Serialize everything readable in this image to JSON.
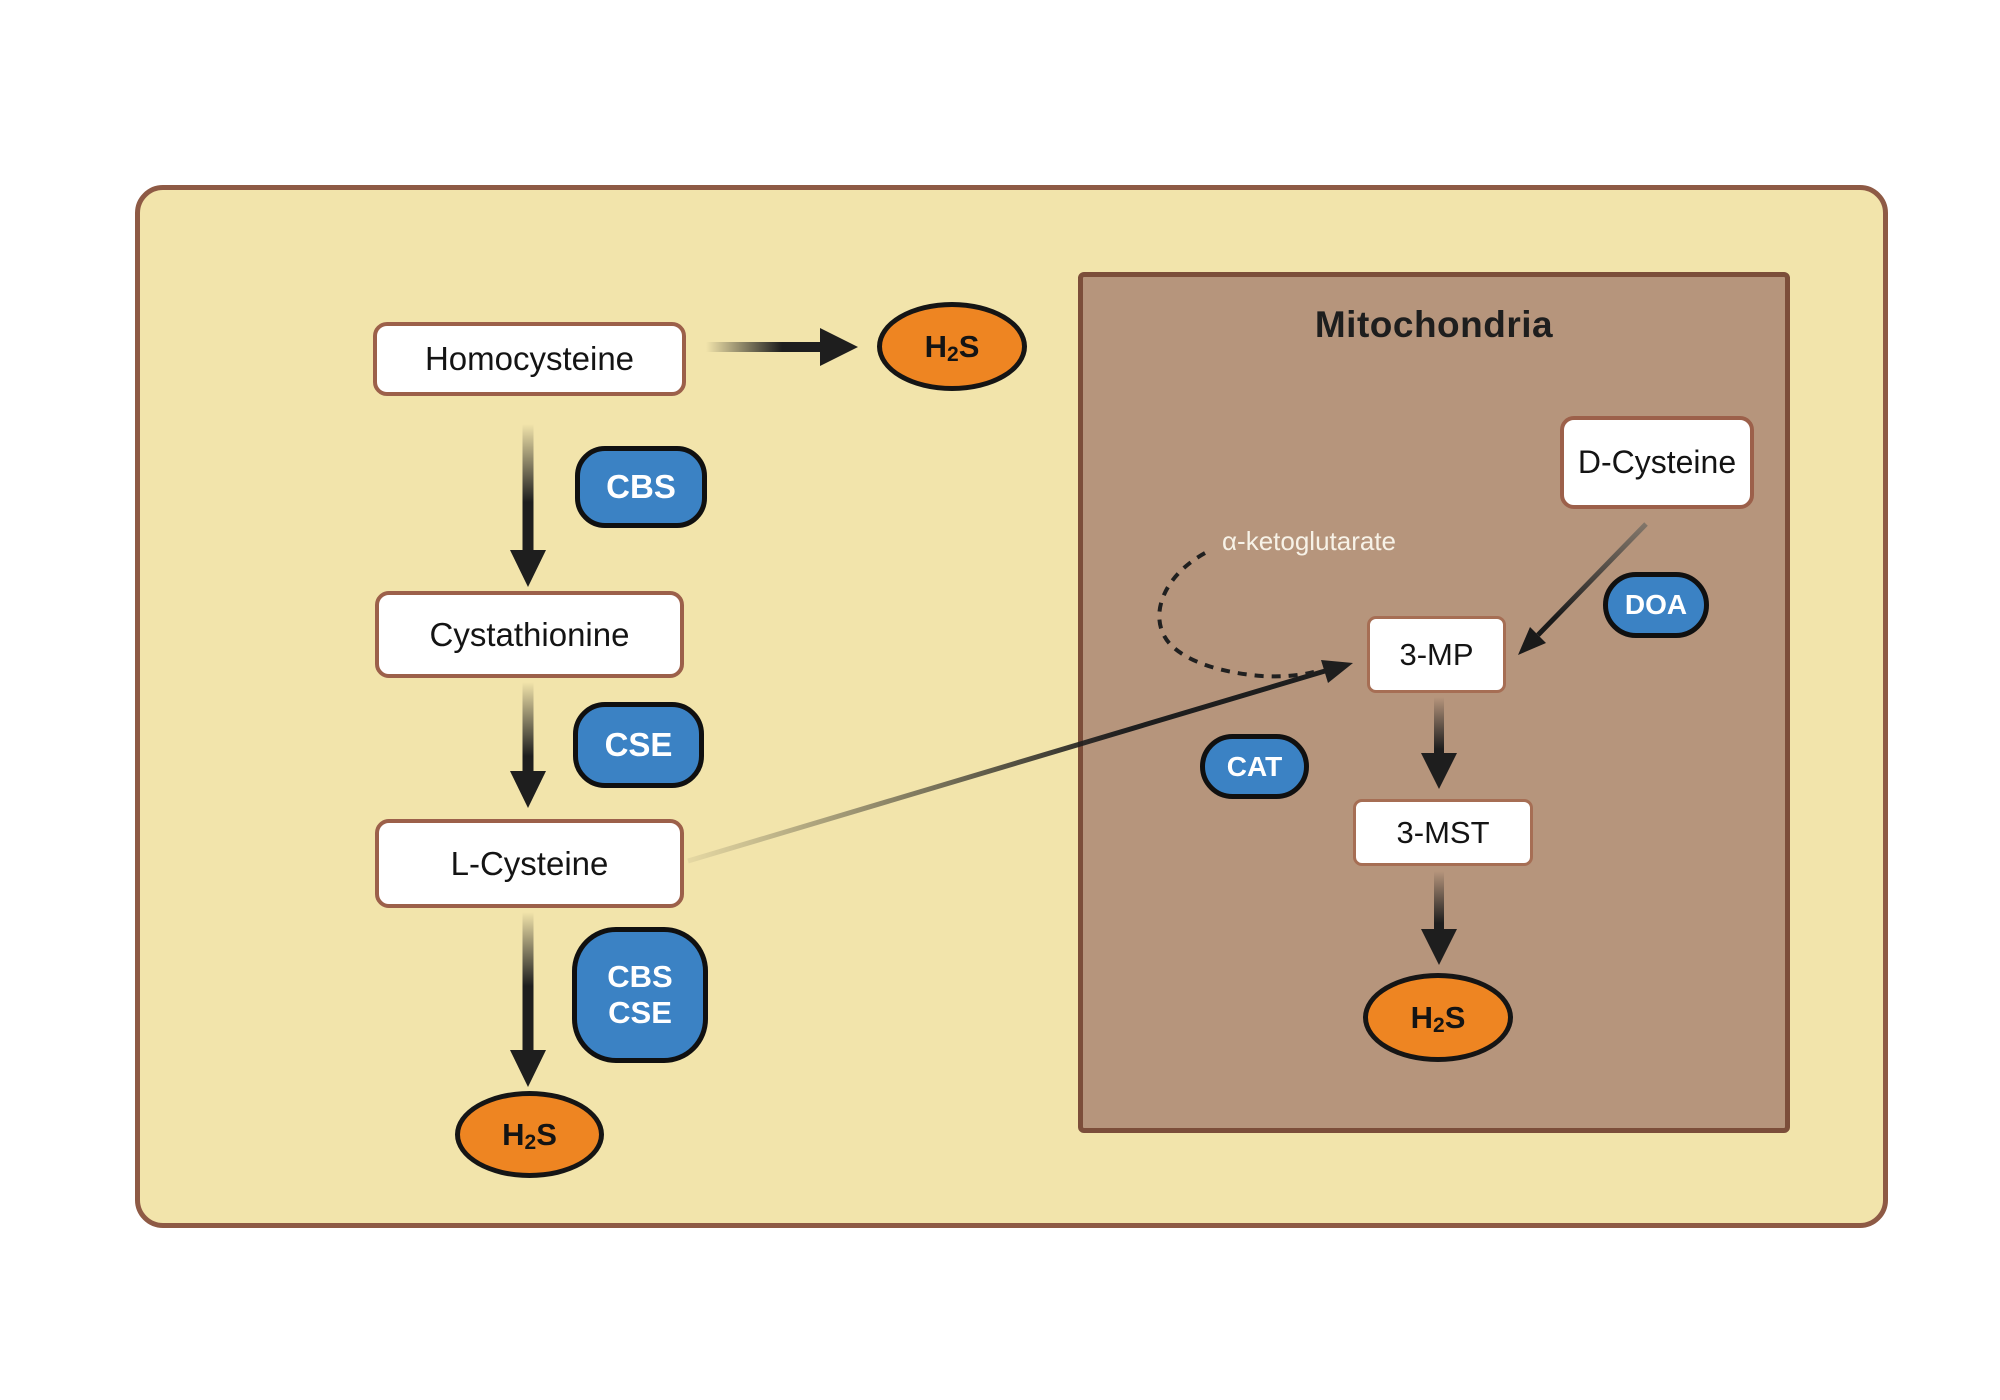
{
  "mitochondria": {
    "title": "Mitochondria"
  },
  "nodes": {
    "homocysteine": "Homocysteine",
    "cystathionine": "Cystathionine",
    "l_cysteine": "L-Cysteine",
    "d_cysteine": "D-Cysteine",
    "three_mp": "3-MP",
    "three_mst": "3-MST"
  },
  "enzymes": {
    "cbs": "CBS",
    "cse": "CSE",
    "cbs_cse": [
      "CBS",
      "CSE"
    ],
    "cat": "CAT",
    "doa": "DOA"
  },
  "molecules": {
    "h2s": {
      "base1": "H",
      "sub": "2",
      "base2": "S"
    }
  },
  "labels": {
    "alpha_ketoglutarate": "α-ketoglutarate"
  },
  "colors": {
    "cell_fill": "#F2E4AB",
    "cell_border": "#8E5A45",
    "mitochondria_fill": "#B6957C",
    "mitochondria_border": "#7C4E3A",
    "metabolite_box_border": "#9C604A",
    "enzyme_blue": "#3B82C4",
    "h2s_orange": "#EE8522",
    "arrow_black": "#1E1E1E",
    "alpha_label_text": "#F7F2E7"
  }
}
